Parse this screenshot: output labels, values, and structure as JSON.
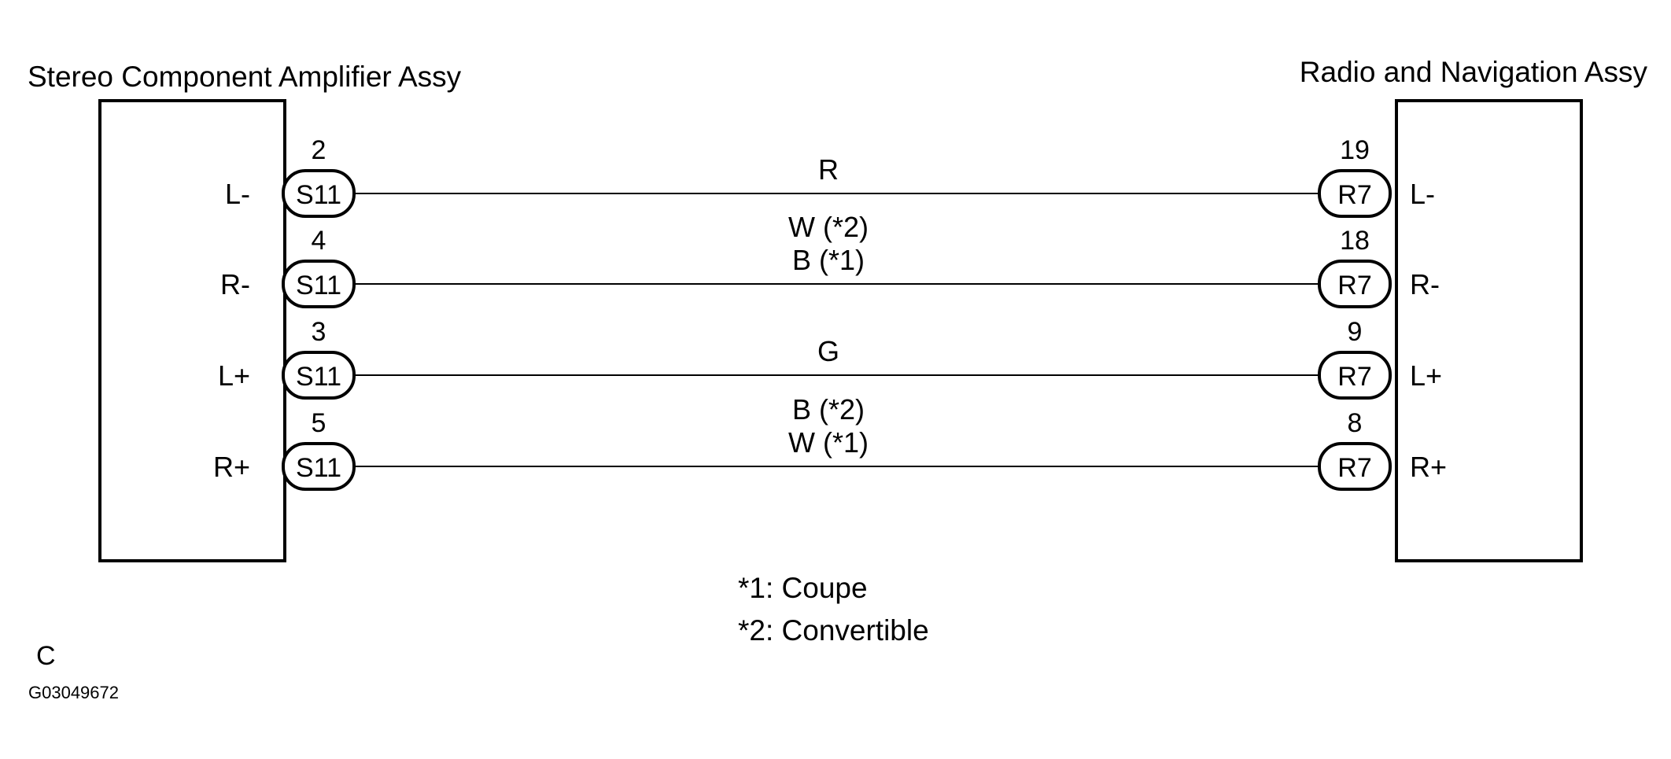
{
  "left_component": {
    "title": "Stereo Component Amplifier Assy"
  },
  "right_component": {
    "title": "Radio and Navigation Assy"
  },
  "left_connector": "S11",
  "right_connector": "R7",
  "wires": [
    {
      "left_pin": "2",
      "left_label": "L-",
      "right_pin": "19",
      "right_label": "L-",
      "colors": [
        "R"
      ]
    },
    {
      "left_pin": "4",
      "left_label": "R-",
      "right_pin": "18",
      "right_label": "R-",
      "colors": [
        "W (*2)",
        "B (*1)"
      ]
    },
    {
      "left_pin": "3",
      "left_label": "L+",
      "right_pin": "9",
      "right_label": "L+",
      "colors": [
        "G"
      ]
    },
    {
      "left_pin": "5",
      "left_label": "R+",
      "right_pin": "8",
      "right_label": "R+",
      "colors": [
        "B (*2)",
        "W (*1)"
      ]
    }
  ],
  "notes": [
    "*1: Coupe",
    "*2: Convertible"
  ],
  "corner_letter": "C",
  "figure_id": "G03049672",
  "colors": {
    "line": "#000000",
    "background": "#ffffff"
  }
}
